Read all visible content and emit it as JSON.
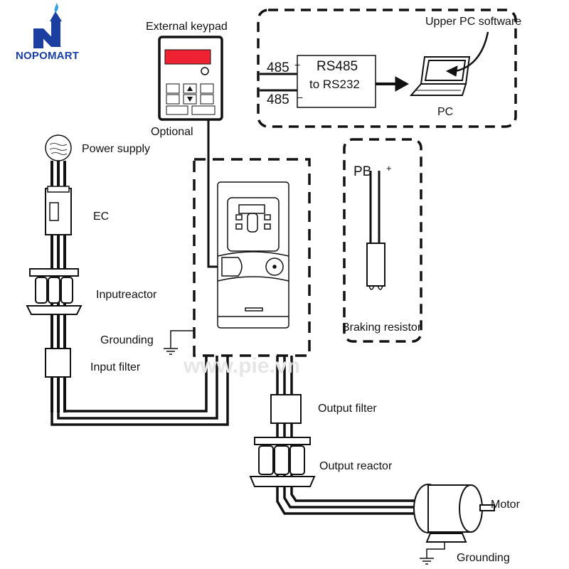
{
  "logo": {
    "text": "NOPOMART",
    "color": "#1a3fa0",
    "accent": "#3aa0e0"
  },
  "watermark": "www.pie.vn",
  "labels": {
    "external_keypad": "External keypad",
    "optional": "Optional",
    "power_supply": "Power supply",
    "ec": "EC",
    "input_reactor": "Inputreactor",
    "grounding_input": "Grounding",
    "input_filter": "Input filter",
    "rs485_plus": "485",
    "plus_sign": "+",
    "rs485_minus": "485",
    "minus_sign": "−",
    "converter_line1": "RS485",
    "converter_line2": "to RS232",
    "upper_pc_software": "Upper PC software",
    "pc": "PC",
    "pb": "PB",
    "pb_plus": "+",
    "braking_resistor": "Braking resistor",
    "output_filter": "Output filter",
    "output_reactor": "Output reactor",
    "motor": "Motor",
    "grounding_motor": "Grounding"
  }
}
